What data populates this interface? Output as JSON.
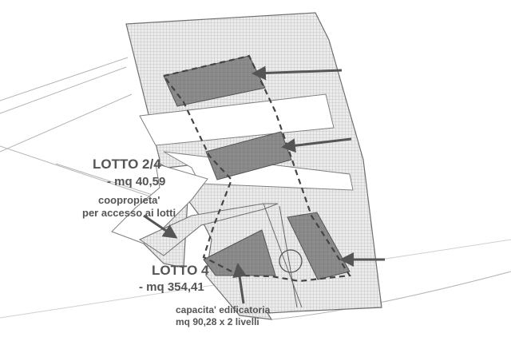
{
  "labels": {
    "lotto_2_4": {
      "title": "LOTTO 2/4",
      "area": "- mq 40,59",
      "note_line1": "coopropieta'",
      "note_line2": "per accesso ai lotti"
    },
    "lotto_4": {
      "title": "LOTTO 4",
      "area": "- mq 354,41"
    },
    "capacity": {
      "line1": "capacita' edificatoria",
      "line2": "mq 90,28 x 2 livelli"
    }
  },
  "colors": {
    "ink": "#555555",
    "lot_grid": "#9a9a9a",
    "building_fill": "#8a8a8a",
    "boundary_dash": "#444444"
  }
}
